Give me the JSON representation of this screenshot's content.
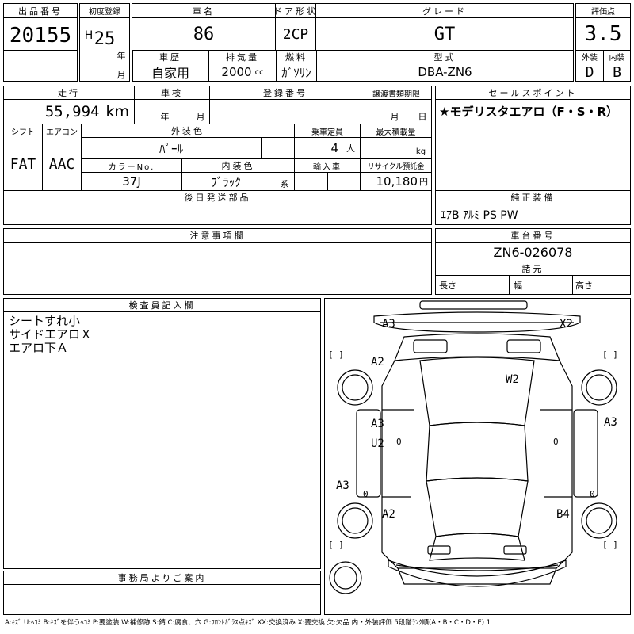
{
  "header": {
    "lot_label": "出品番号",
    "lot_number": "20155",
    "first_reg_label": "初度登録",
    "era": "H",
    "year_value": "25",
    "year_unit": "年",
    "month_unit": "月",
    "car_name_label": "車名",
    "car_name": "86",
    "door_label": "ドア形状",
    "door": "2CP",
    "grade_label": "グレード",
    "grade": "GT",
    "score_label": "評価点",
    "score": "3.5",
    "history_label": "車歴",
    "history": "自家用",
    "displacement_label": "排気量",
    "displacement": "2000",
    "displacement_unit": "cc",
    "fuel_label": "燃料",
    "fuel": "ｶﾞｿﾘﾝ",
    "model_label": "型式",
    "model": "DBA-ZN6",
    "exterior_label": "外装",
    "exterior_grade": "D",
    "interior_label": "内装",
    "interior_grade": "B"
  },
  "row2": {
    "mileage_label": "走行",
    "mileage": "55,994",
    "mileage_unit": "km",
    "inspection_label": "車検",
    "insp_year_unit": "年",
    "insp_month_unit": "月",
    "reg_no_label": "登録番号",
    "transfer_label": "譲渡書類期限",
    "transfer_month_unit": "月",
    "transfer_day_unit": "日",
    "shift_label": "シフト",
    "shift": "FAT",
    "ac_label": "エアコン",
    "ac": "AAC",
    "ext_color_label": "外装色",
    "ext_color": "ﾊﾟｰﾙ",
    "capacity_label": "乗車定員",
    "capacity": "4",
    "capacity_unit": "人",
    "max_load_label": "最大積載量",
    "max_load_unit": "kg",
    "color_no_label": "カラーNo.",
    "color_no": "37J",
    "int_color_label": "内装色",
    "int_color": "ﾌﾞﾗｯｸ",
    "int_color_unit": "系",
    "import_label": "輸入車",
    "recycle_label": "リサイクル預託金",
    "recycle": "10,180",
    "recycle_unit": "円",
    "later_parts_label": "後日発送部品"
  },
  "sales_points": {
    "label": "セールスポイント",
    "text": "★モデリスタエアロ（F・S・R）"
  },
  "genuine_equipment": {
    "label": "純正装備",
    "text": "ｴｱB ｱﾙﾐ PS PW"
  },
  "notes": {
    "label": "注意事項欄"
  },
  "chassis": {
    "label": "車台番号",
    "value": "ZN6-026078",
    "specs_label": "諸元",
    "length_label": "長さ",
    "width_label": "幅",
    "height_label": "高さ"
  },
  "inspector": {
    "label": "検査員記入欄",
    "lines": [
      "シートすれ小",
      "サイドエアロＸ",
      "エアロ下Ａ"
    ]
  },
  "office": {
    "label": "事務局よりご案内"
  },
  "diagram": {
    "marks": {
      "front_left": "A3",
      "front_right": "X2",
      "left_fender": "A2",
      "bonnet": "W2",
      "left_door_1": "A3",
      "left_door_2": "U2",
      "left_rocker": "A3",
      "right_rocker": "A3",
      "left_rear": "A2",
      "right_rear": "B4"
    },
    "zero": "0",
    "bracket": "[ ]"
  },
  "legend": "A:ｷｽﾞ U:ﾍｺﾐ B:ｷｽﾞを伴うﾍｺﾐ P:要塗装 W:補修跡 S:錆 C:腐食、穴 G:ﾌﾛﾝﾄｶﾞﾗｽ点ｷｽﾞ XX:交換済み X:要交換 欠:欠品 内・外装評価 5段階ﾗﾝｸ順(A・B・C・D・E) 1"
}
